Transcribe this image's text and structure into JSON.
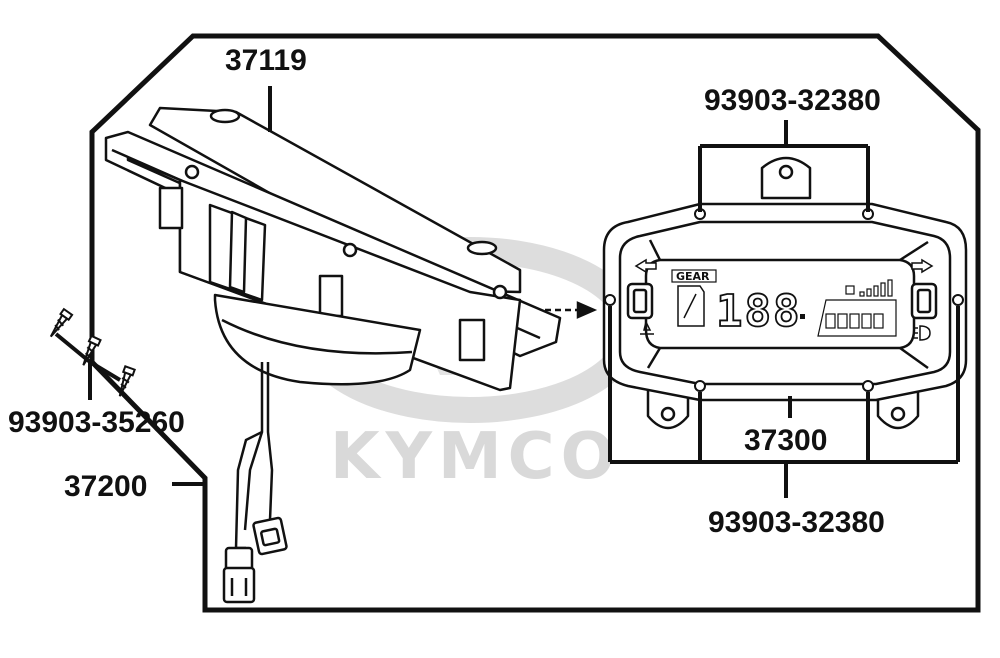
{
  "diagram": {
    "callouts": {
      "housing": "37119",
      "screws_top": "93903-32380",
      "screw_set": "93903-35260",
      "meter_assy": "37200",
      "panel": "37300",
      "screws_bottom": "93903-32380"
    },
    "watermark": "KYMCO",
    "lcd": {
      "gear_label": "GEAR",
      "speed_digits": "188"
    },
    "colors": {
      "line": "#111111",
      "watermark": "#d9d9d9",
      "fill": "#ffffff"
    }
  }
}
